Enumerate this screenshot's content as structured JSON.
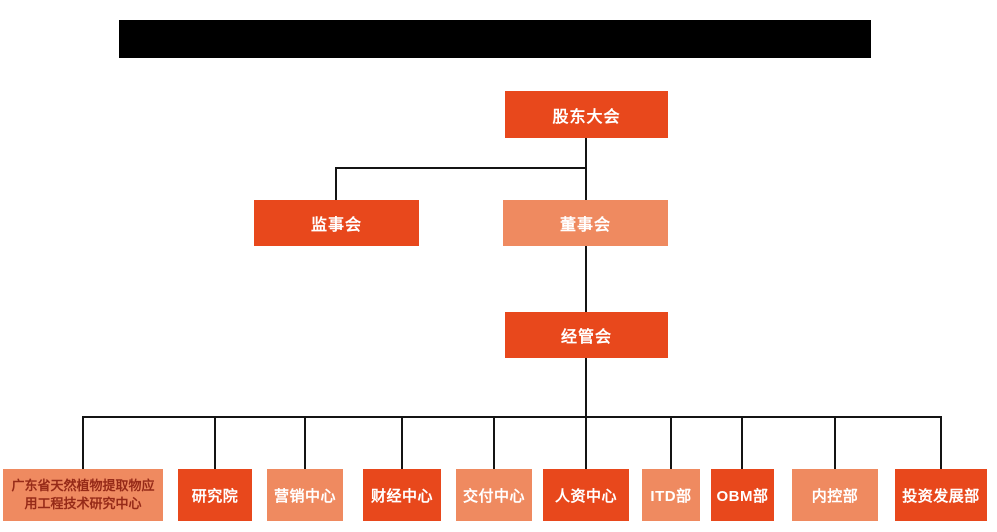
{
  "page": {
    "background": "#ffffff",
    "redacted_title_bar": ""
  },
  "colors": {
    "primary_orange": "#E8481C",
    "light_orange": "#EF8A60",
    "connector_line": "#141414",
    "node_text": "#FFFFFF",
    "research_center_text": "#962A18",
    "title_bar": "#000000"
  },
  "org_chart": {
    "level1": {
      "label": "股东大会"
    },
    "level2": [
      {
        "label": "监事会"
      },
      {
        "label": "董事会"
      }
    ],
    "level3": {
      "label": "经管会"
    },
    "level4": [
      {
        "label": "广东省天然植物提取物应用工程技术研究中心"
      },
      {
        "label": "研究院"
      },
      {
        "label": "营销中心"
      },
      {
        "label": "财经中心"
      },
      {
        "label": "交付中心"
      },
      {
        "label": "人资中心"
      },
      {
        "label": "ITD部"
      },
      {
        "label": "OBM部"
      },
      {
        "label": "内控部"
      },
      {
        "label": "投资发展部"
      }
    ]
  }
}
